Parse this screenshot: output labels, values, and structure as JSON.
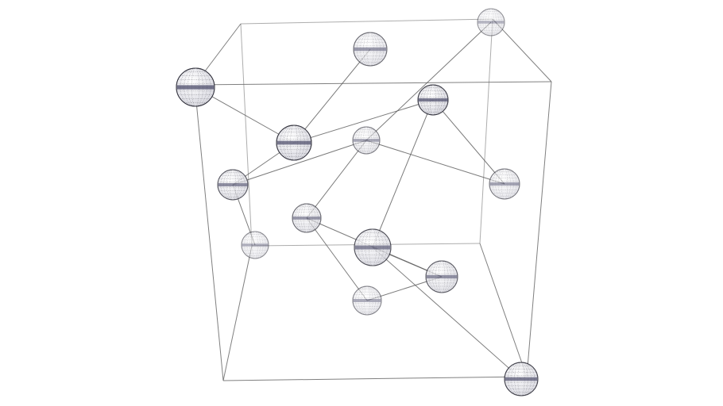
{
  "scene": {
    "background": "#ffffff",
    "cube_edge_color": "#6a6a6a",
    "bond_color": "#5a5a5a",
    "atom_line_color": "#2f2f3a",
    "atom_band_color": "#4a4a68"
  },
  "atoms": [
    {
      "id": "a1",
      "depth": 0.95
    },
    {
      "id": "a2",
      "depth": 0.55
    },
    {
      "id": "a3",
      "depth": 0.35
    },
    {
      "id": "a4",
      "depth": 0.7
    },
    {
      "id": "a5",
      "depth": 0.9
    },
    {
      "id": "a6",
      "depth": 0.3
    },
    {
      "id": "a7",
      "depth": 0.55
    },
    {
      "id": "a8",
      "depth": 0.65
    },
    {
      "id": "a9",
      "depth": 0.4
    },
    {
      "id": "a10",
      "depth": 0.25
    },
    {
      "id": "a11",
      "depth": 0.9
    },
    {
      "id": "a12",
      "depth": 0.45
    },
    {
      "id": "a13",
      "depth": 0.75
    },
    {
      "id": "a14",
      "depth": 0.85
    }
  ],
  "bonds": [
    [
      "a1",
      "a5"
    ],
    [
      "a5",
      "a2"
    ],
    [
      "a5",
      "a4"
    ],
    [
      "a5",
      "a11"
    ],
    [
      "a4",
      "a6"
    ],
    [
      "a4",
      "a9"
    ],
    [
      "a9",
      "a10"
    ],
    [
      "a9",
      "a12"
    ],
    [
      "a9",
      "a7"
    ],
    [
      "a7",
      "a3"
    ],
    [
      "a7",
      "a8"
    ],
    [
      "a3",
      "a8"
    ],
    [
      "a8",
      "a13"
    ],
    [
      "a11",
      "a12"
    ],
    [
      "a11",
      "a13"
    ],
    [
      "a13",
      "a14"
    ]
  ]
}
